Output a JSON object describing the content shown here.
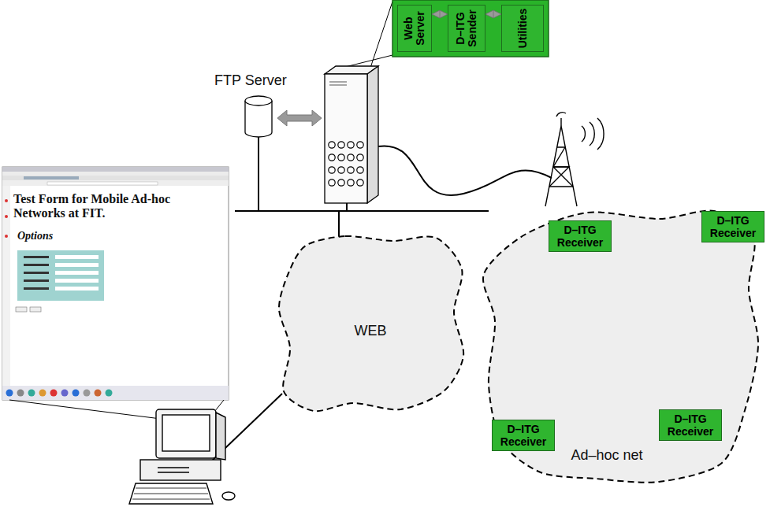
{
  "diagram": {
    "nodes": [
      {
        "text": [
          "Web Server"
        ]
      },
      {
        "text": [
          "D–ITG Sender"
        ]
      },
      {
        "text": [
          "Utilities"
        ]
      },
      {
        "text": [
          "WEB"
        ]
      },
      {
        "text": [
          "Ad–hoc net"
        ]
      },
      {
        "text": [
          "D–ITG Receiver"
        ],
        "in": 4
      },
      {
        "text": [
          "D–ITG Receiver"
        ],
        "in": 4
      },
      {
        "text": [
          "D–ITG Receiver"
        ],
        "in": 4
      },
      {
        "text": [
          "D–ITG Receiver"
        ],
        "in": 4
      }
    ],
    "edges": [
      {
        "from": 0,
        "to": 1,
        "arrow": "both"
      },
      {
        "from": 1,
        "to": 2,
        "arrow": "both"
      }
    ],
    "labels": [
      "FTP Server",
      "Test Form for Mobile Ad-hoc Networks at FIT.",
      "Options"
    ]
  }
}
